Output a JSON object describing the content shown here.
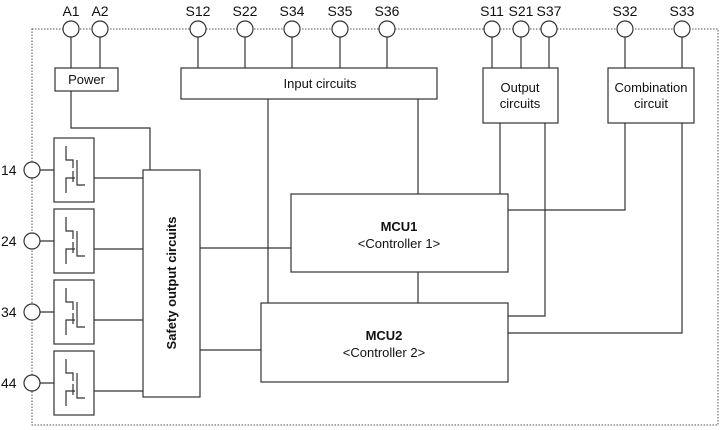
{
  "top_terminals": [
    "A1",
    "A2",
    "S12",
    "S22",
    "S34",
    "S35",
    "S36",
    "S11",
    "S21",
    "S37",
    "S32",
    "S33"
  ],
  "left_terminals": [
    "14",
    "24",
    "34",
    "44"
  ],
  "blocks": {
    "power": "Power",
    "input": "Input circuits",
    "output_line1": "Output",
    "output_line2": "circuits",
    "combination_line1": "Combination",
    "combination_line2": "circuit",
    "safety_output": "Safety output circuits",
    "mcu1_title": "MCU1",
    "mcu1_sub": "<Controller 1>",
    "mcu2_title": "MCU2",
    "mcu2_sub": "<Controller 2>"
  }
}
